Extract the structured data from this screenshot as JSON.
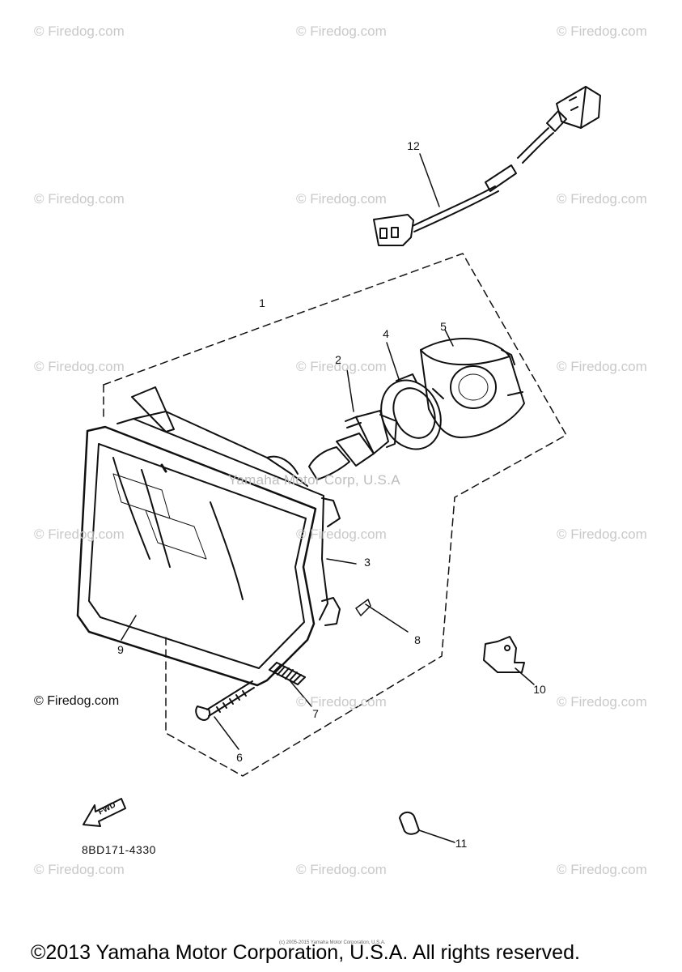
{
  "watermarks": [
    "© Firedog.com",
    "© Firedog.com",
    "© Firedog.com",
    "© Firedog.com",
    "© Firedog.com",
    "© Firedog.com",
    "© Firedog.com",
    "© Firedog.com",
    "© Firedog.com",
    "© Firedog.com",
    "© Firedog.com",
    "© Firedog.com",
    "© Firedog.com",
    "© Firedog.com",
    "© Firedog.com",
    "© Firedog.com",
    "© Firedog.com"
  ],
  "site_credit": "© Firedog.com",
  "center_mark": "Yamaha Motor Corp, U.S.A",
  "callouts": [
    "1",
    "2",
    "3",
    "4",
    "5",
    "6",
    "7",
    "8",
    "9",
    "10",
    "11",
    "12"
  ],
  "part_code": "8BD171-4330",
  "fwd_label": "FWD",
  "tiny_note": "(c) 2005-2015 Yamaha Motor Corporation, U.S.A.",
  "copyright": "©2013 Yamaha Motor Corporation, U.S.A. All rights reserved."
}
